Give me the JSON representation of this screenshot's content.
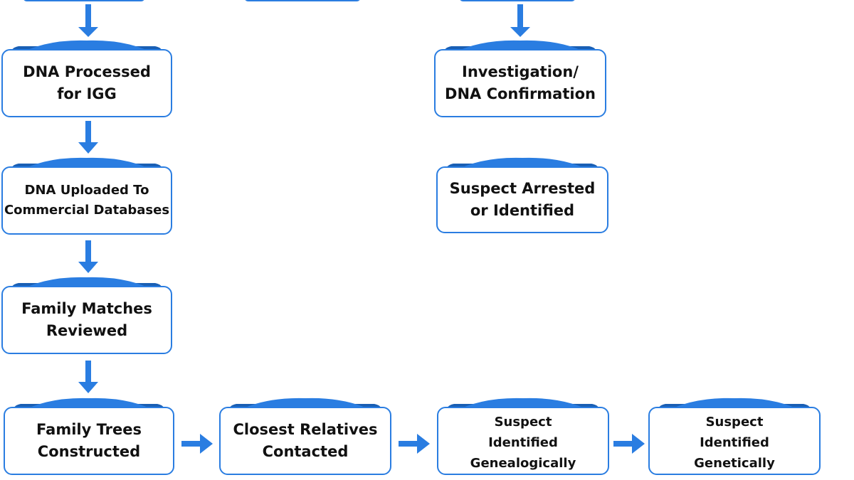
{
  "colors": {
    "accent": "#2a7de1",
    "accent_dark": "#1a5fb4",
    "text": "#111111"
  },
  "nodes": {
    "dna_processed": "DNA Processed\nfor IGG",
    "investigation": "Investigation/\nDNA Confirmation",
    "dna_uploaded": "DNA Uploaded To\nCommercial Databases",
    "suspect_arrested": "Suspect Arrested\nor Identified",
    "family_matches": "Family Matches\nReviewed",
    "family_trees": "Family Trees\nConstructed",
    "closest_relatives": "Closest Relatives\nContacted",
    "suspect_genealogically": "Suspect\nIdentified\nGenealogically",
    "suspect_genetically": "Suspect\nIdentified\nGenetically"
  }
}
